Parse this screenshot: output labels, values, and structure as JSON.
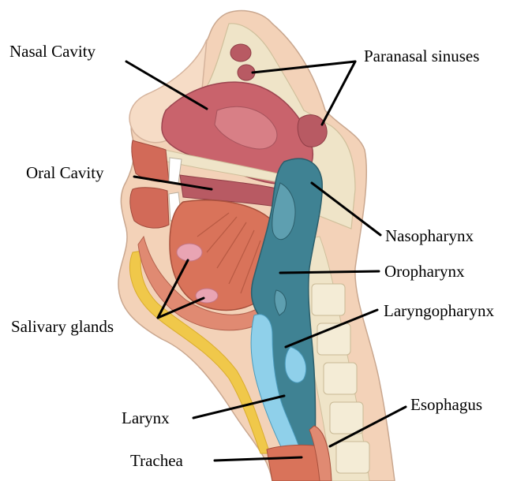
{
  "diagram": {
    "labels": {
      "nasal_cavity": "Nasal Cavity",
      "paranasal_sinuses": "Paranasal sinuses",
      "oral_cavity": "Oral Cavity",
      "nasopharynx": "Nasopharynx",
      "oropharynx": "Oropharynx",
      "laryngopharynx": "Laryngopharynx",
      "salivary_glands": "Salivary glands",
      "esophagus": "Esophagus",
      "larynx": "Larynx",
      "trachea": "Trachea"
    },
    "colors": {
      "pharynx": "#3f8293",
      "nasal_tissue": "#c9636c",
      "muscle": "#d9735a",
      "bone": "#efe4c8",
      "skin": "#f3d2b8",
      "fat": "#f0c84a"
    }
  }
}
